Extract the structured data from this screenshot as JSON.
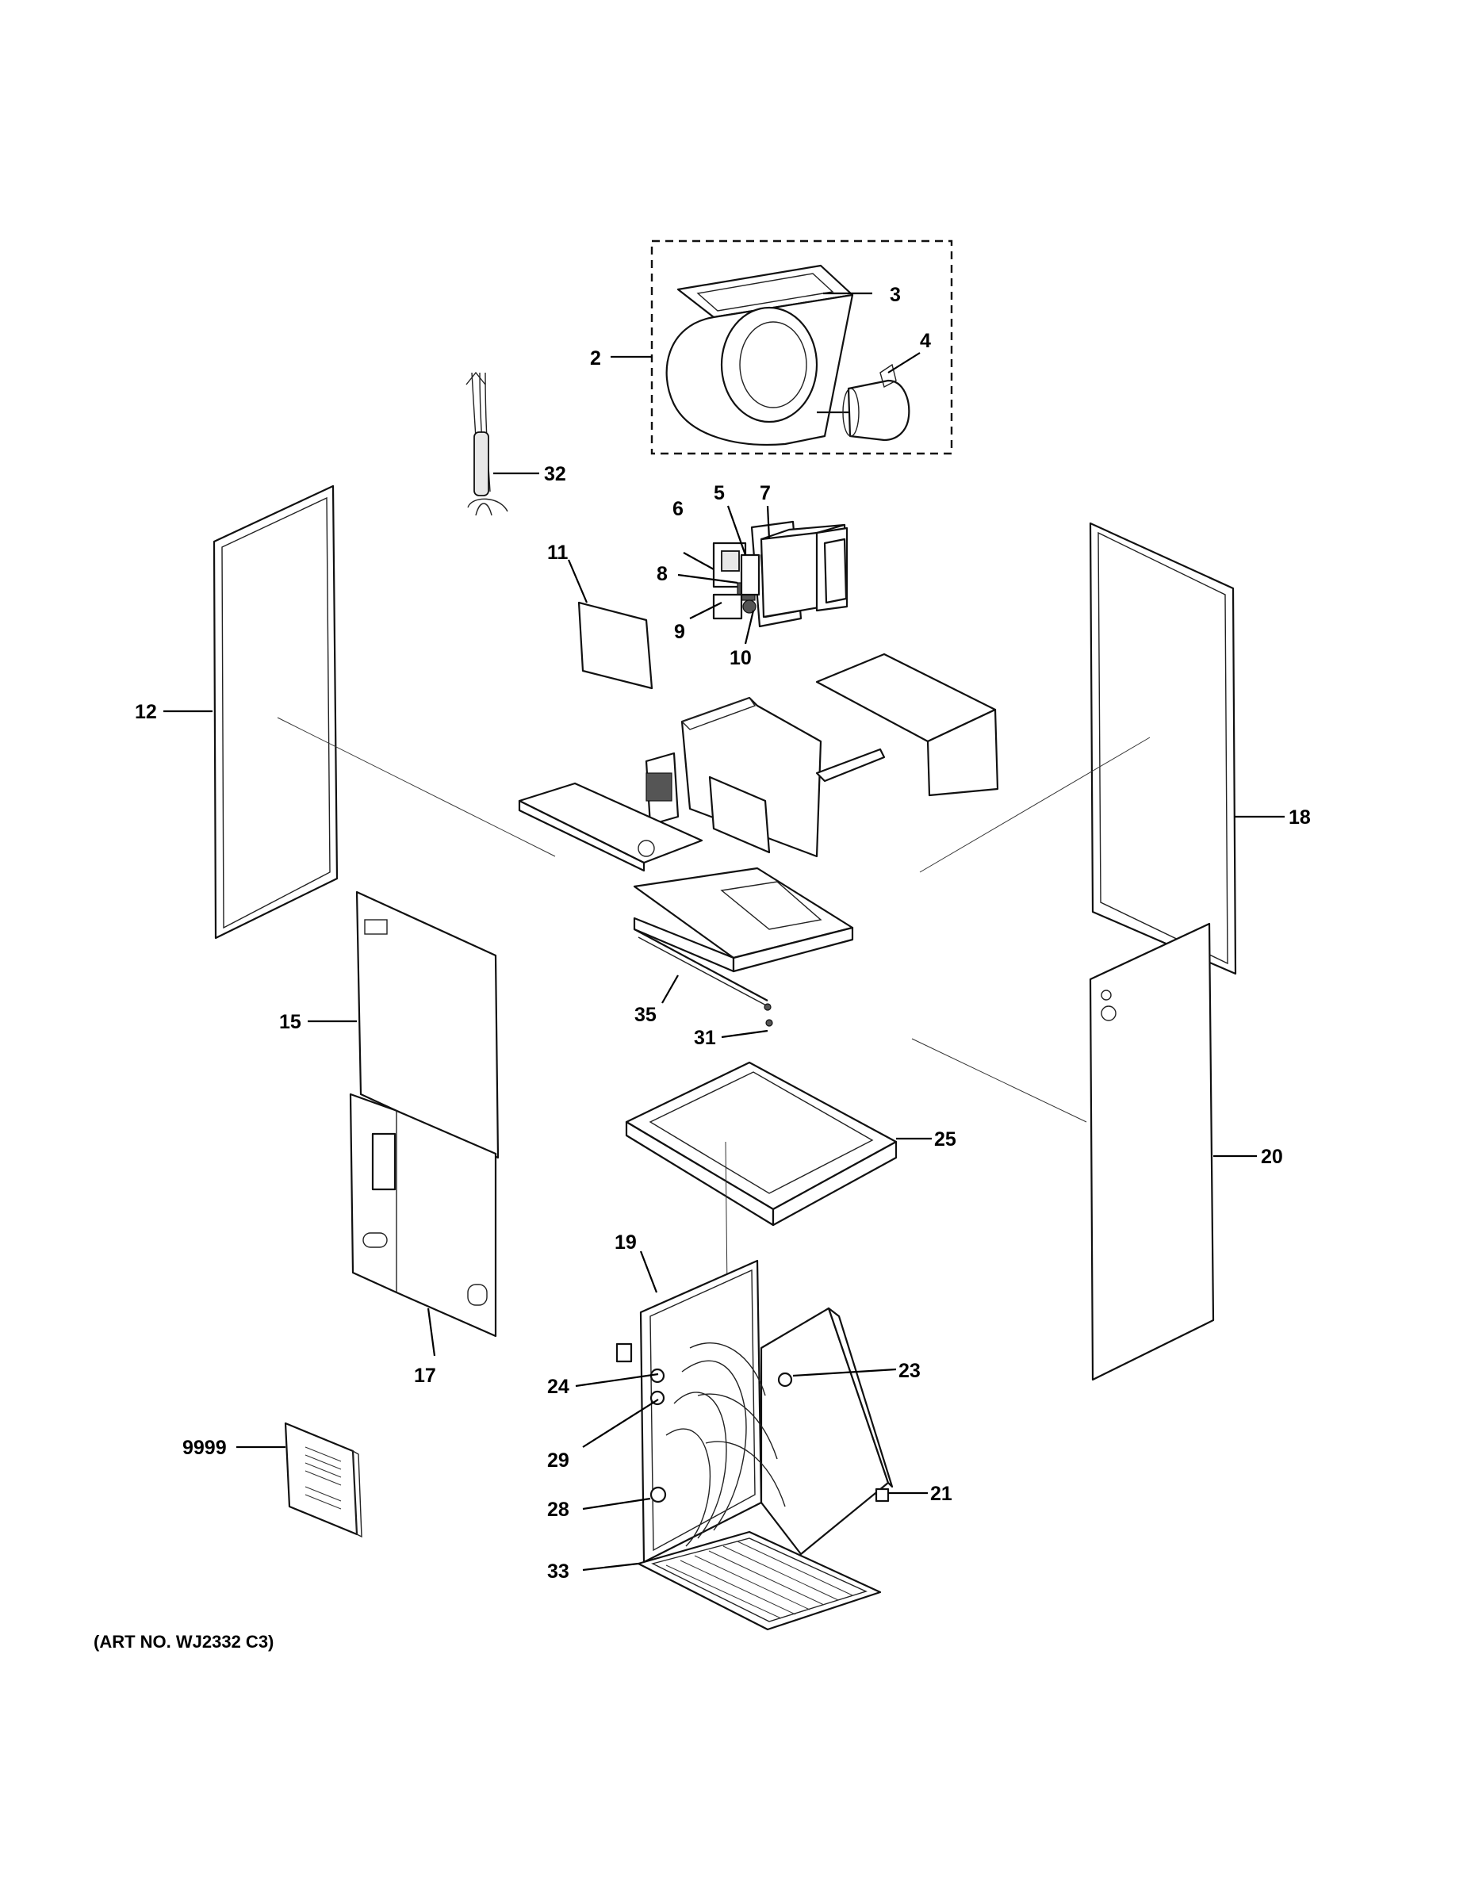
{
  "callouts": {
    "c2": "2",
    "c3": "3",
    "c4": "4",
    "c5": "5",
    "c6": "6",
    "c7": "7",
    "c8": "8",
    "c9": "9",
    "c10": "10",
    "c11": "11",
    "c12": "12",
    "c15": "15",
    "c17": "17",
    "c18": "18",
    "c19": "19",
    "c20": "20",
    "c21": "21",
    "c23": "23",
    "c24": "24",
    "c25": "25",
    "c28": "28",
    "c29": "29",
    "c31": "31",
    "c32": "32",
    "c33": "33",
    "c35": "35",
    "c9999": "9999"
  },
  "art_number": "(ART NO. WJ2332 C3)"
}
